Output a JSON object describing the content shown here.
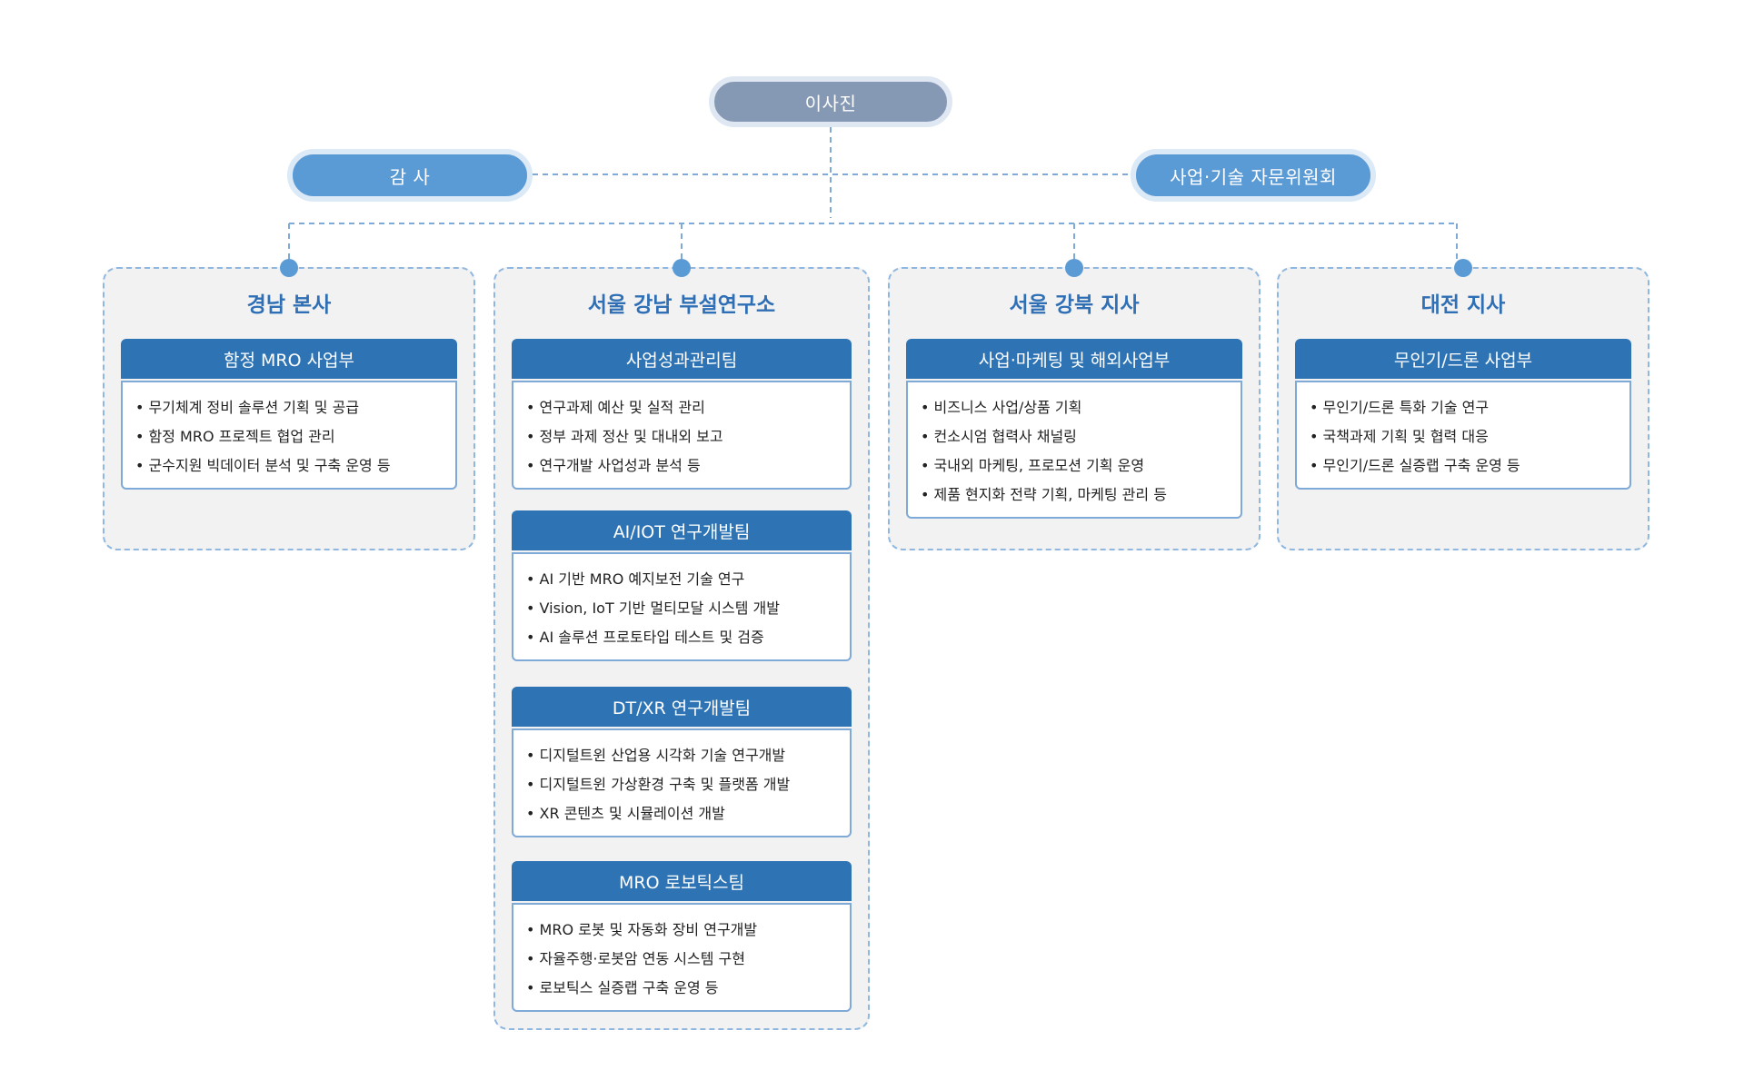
{
  "board": {
    "label": "이사진"
  },
  "audit": {
    "label": "감 사"
  },
  "advisory": {
    "label": "사업·기술 자문위원회"
  },
  "branches": [
    {
      "title": "경남 본사",
      "teams": [
        {
          "name": "함정 MRO 사업부",
          "items": [
            "무기체계 정비 솔루션 기획 및 공급",
            "함정 MRO 프로젝트 협업 관리",
            "군수지원 빅데이터 분석 및 구축 운영 등"
          ]
        }
      ]
    },
    {
      "title": "서울 강남 부설연구소",
      "teams": [
        {
          "name": "사업성과관리팀",
          "items": [
            "연구과제 예산 및 실적 관리",
            "정부 과제 정산 및 대내외 보고",
            "연구개발 사업성과 분석 등"
          ]
        },
        {
          "name": "AI/IOT 연구개발팀",
          "items": [
            "AI 기반 MRO 예지보전 기술 연구",
            "Vision, IoT 기반 멀티모달 시스템 개발",
            "AI 솔루션 프로토타입 테스트 및 검증"
          ]
        },
        {
          "name": "DT/XR 연구개발팀",
          "items": [
            "디지털트윈 산업용 시각화 기술 연구개발",
            "디지털트윈 가상환경 구축 및 플랫폼 개발",
            "XR 콘텐츠 및 시뮬레이션 개발"
          ]
        },
        {
          "name": "MRO 로보틱스팀",
          "items": [
            "MRO 로봇 및 자동화 장비 연구개발",
            "자율주행·로봇암 연동 시스템 구현",
            "로보틱스 실증랩 구축 운영 등"
          ]
        }
      ]
    },
    {
      "title": "서울 강북 지사",
      "teams": [
        {
          "name": "사업·마케팅 및 해외사업부",
          "items": [
            "비즈니스 사업/상품 기획",
            "컨소시엄 협력사 채널링",
            "국내외 마케팅, 프로모션 기획 운영",
            "제품 현지화 전략 기획, 마케팅 관리 등"
          ]
        }
      ]
    },
    {
      "title": "대전 지사",
      "teams": [
        {
          "name": "무인기/드론 사업부",
          "items": [
            "무인기/드론 특화 기술 연구",
            "국책과제 기획 및 협력 대응",
            "무인기/드론 실증랩 구축 운영 등"
          ]
        }
      ]
    }
  ]
}
